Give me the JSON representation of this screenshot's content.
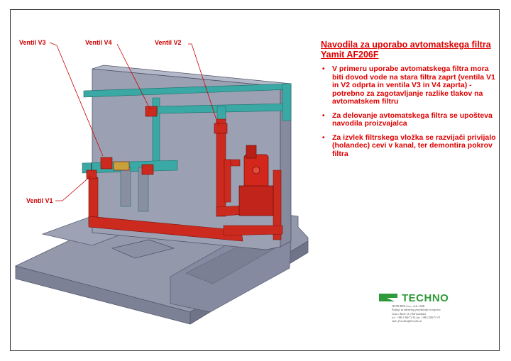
{
  "labels": {
    "v1": "Ventil V1",
    "v2": "Ventil V2",
    "v3": "Ventil V3",
    "v4": "Ventil V4"
  },
  "title": "Navodila za uporabo avtomatskega filtra Yamit AF206F",
  "notes": [
    "V primeru uporabe avtomatskega filtra mora biti dovod vode na stara filtra zaprt (ventila V1 in V2 odprta in ventila V3 in V4 zaprta) - potrebno za zagotavljanje razlike tlakov na avtomatskem filtru",
    "Za delovanje avtomatskega filtra se upošteva navodila proizvajalca",
    "Za izvlek filtrskega vložka se razvijači privijalo (holandec) cevi v kanal, ter demontira pokrov filtra"
  ],
  "logo": {
    "name": "TECHNO",
    "address_lines": [
      "JB-TECHNO d.o.o., ul.št.: 9296",
      "Podjetje za inženiring, projektiranje in trgovino",
      "Cesta v Kleče 15, 1000 Ljubljana",
      "tel.: +386 1 566-71-10, fax: +386 1 566-71-19",
      "mail: jb-techno@jb-techno.si"
    ]
  },
  "colors": {
    "text_red": "#dd0000",
    "pipe_teal": "#3aa8a4",
    "pipe_red": "#cc2a1e",
    "concrete": "#8e93a6",
    "wall": "#9aa0b2",
    "logo_green": "#2e9a3a"
  }
}
